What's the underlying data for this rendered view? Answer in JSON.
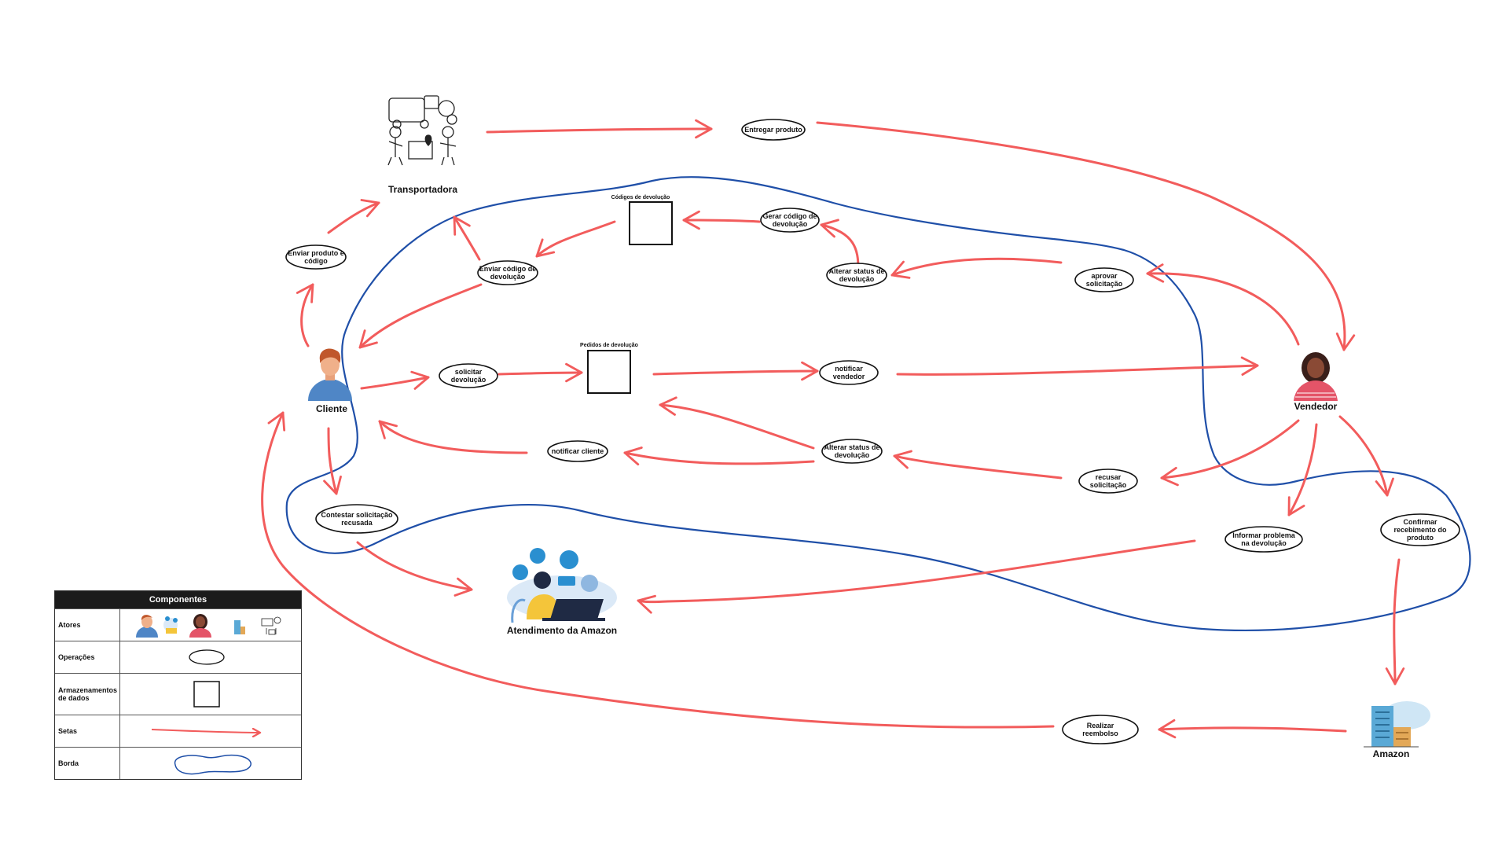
{
  "actors": {
    "cliente": "Cliente",
    "transportadora": "Transportadora",
    "vendedor": "Vendedor",
    "amazon": "Amazon",
    "atendimento": "Atendimento da Amazon"
  },
  "operations": {
    "entregar": [
      "Entregar produto"
    ],
    "enviar_produto": [
      "Enviar produto e",
      "código"
    ],
    "enviar_codigo": [
      "Enviar código de",
      "devolução"
    ],
    "gerar_codigo": [
      "Gerar código de",
      "devolução"
    ],
    "alterar_status_top": [
      "Alterar status de",
      "devolução"
    ],
    "aprovar": [
      "aprovar",
      "solicitação"
    ],
    "solicitar": [
      "solicitar",
      "devolução"
    ],
    "notificar_vendedor": [
      "notificar",
      "vendedor"
    ],
    "notificar_cliente": [
      "notificar cliente"
    ],
    "alterar_status_bottom": [
      "Alterar status de",
      "devolução"
    ],
    "recusar": [
      "recusar",
      "solicitação"
    ],
    "contestar": [
      "Contestar solicitação",
      "recusada"
    ],
    "informar_problema": [
      "Informar problema",
      "na devolução"
    ],
    "confirmar": [
      "Confirmar",
      "recebimento do",
      "produto"
    ],
    "reembolso": [
      "Realizar",
      "reembolso"
    ]
  },
  "stores": {
    "codigos": "Códigos de devolução",
    "pedidos": "Pedidos de devolução"
  },
  "legend": {
    "title": "Componentes",
    "rows": {
      "atores": "Atores",
      "operacoes": "Operações",
      "armazenamentos": "Armazenamentos de dados",
      "setas": "Setas",
      "borda": "Borda"
    }
  },
  "colors": {
    "arrow": "#f25c5c",
    "border": "#1f4fa8"
  }
}
